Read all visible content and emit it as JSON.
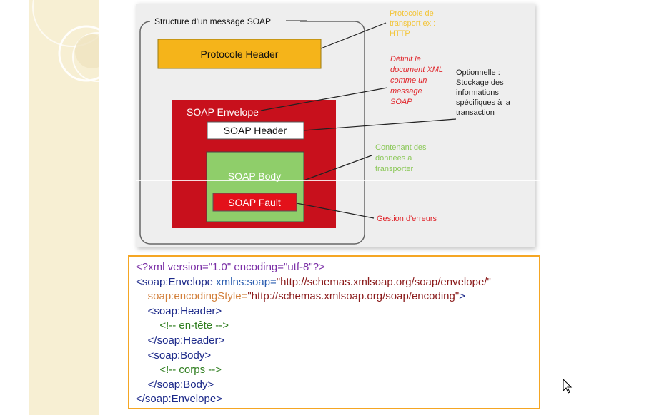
{
  "diagram": {
    "frame_title": "Structure d'un message SOAP",
    "protocol_header": "Protocole Header",
    "soap_envelope": "SOAP Envelope",
    "soap_header": "SOAP Header",
    "soap_body": "SOAP Body",
    "soap_fault": "SOAP Fault",
    "annotations": {
      "transport": [
        "Protocole de",
        "transport ex :",
        "HTTP"
      ],
      "definit": [
        "Définit le",
        "document XML",
        "comme un",
        "message",
        "SOAP"
      ],
      "optionnelle": [
        "Optionnelle :",
        "Stockage des",
        "informations",
        "spécifiques à la",
        "transaction"
      ],
      "contenant": [
        "Contenant des",
        "données à",
        "transporter"
      ],
      "gestion": "Gestion d'erreurs"
    },
    "colors": {
      "header_yellow": "#f5b41a",
      "envelope_red": "#c8101c",
      "body_green": "#8fce6a",
      "fault_red": "#e3111a",
      "annot_yellow": "#f3c53a",
      "annot_red": "#e0262c",
      "annot_green": "#8cc85a"
    }
  },
  "code": {
    "l1": "<?xml version=\"1.0\" encoding=\"utf-8\"?>",
    "l2_tag": "<soap:Envelope ",
    "l2_attr": "xmlns:soap=",
    "l2_val": "\"http://schemas.xmlsoap.org/soap/envelope/\"",
    "l3_attr": "soap:encodingStyle=",
    "l3_val": "\"http://schemas.xmlsoap.org/soap/encoding\"",
    "l3_close": ">",
    "l4": "<soap:Header>",
    "l5": "<!-- en-tête -->",
    "l6": "</soap:Header>",
    "l7": "<soap:Body>",
    "l8": "<!-- corps -->",
    "l9": "</soap:Body>",
    "l10": "</soap:Envelope>"
  }
}
